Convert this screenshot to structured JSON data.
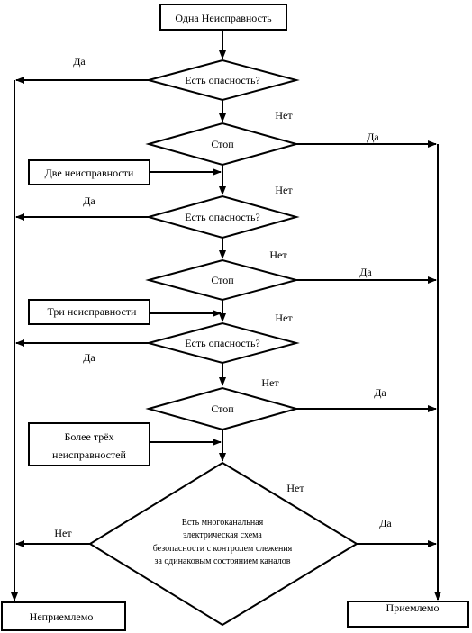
{
  "boxes": {
    "start": "Одна Неисправность",
    "two_faults": "Две неисправности",
    "three_faults": "Три неисправности",
    "more_than_three_1": "Более трёх",
    "more_than_three_2": "неисправностей",
    "unacceptable": "Неприемлемо",
    "acceptable": "Приемлемо"
  },
  "decisions": {
    "danger_1": "Есть опасность?",
    "stop_1": "Стоп",
    "danger_2": "Есть опасность?",
    "stop_2": "Стоп",
    "danger_3": "Есть опасность?",
    "stop_3": "Стоп",
    "final_line_1": "Есть многоканальная",
    "final_line_2": "электрическая схема",
    "final_line_3": "безопасности с контролем слежения",
    "final_line_4": "за одинаковым состоянием каналов"
  },
  "labels": {
    "yes": "Да",
    "no": "Нет"
  }
}
